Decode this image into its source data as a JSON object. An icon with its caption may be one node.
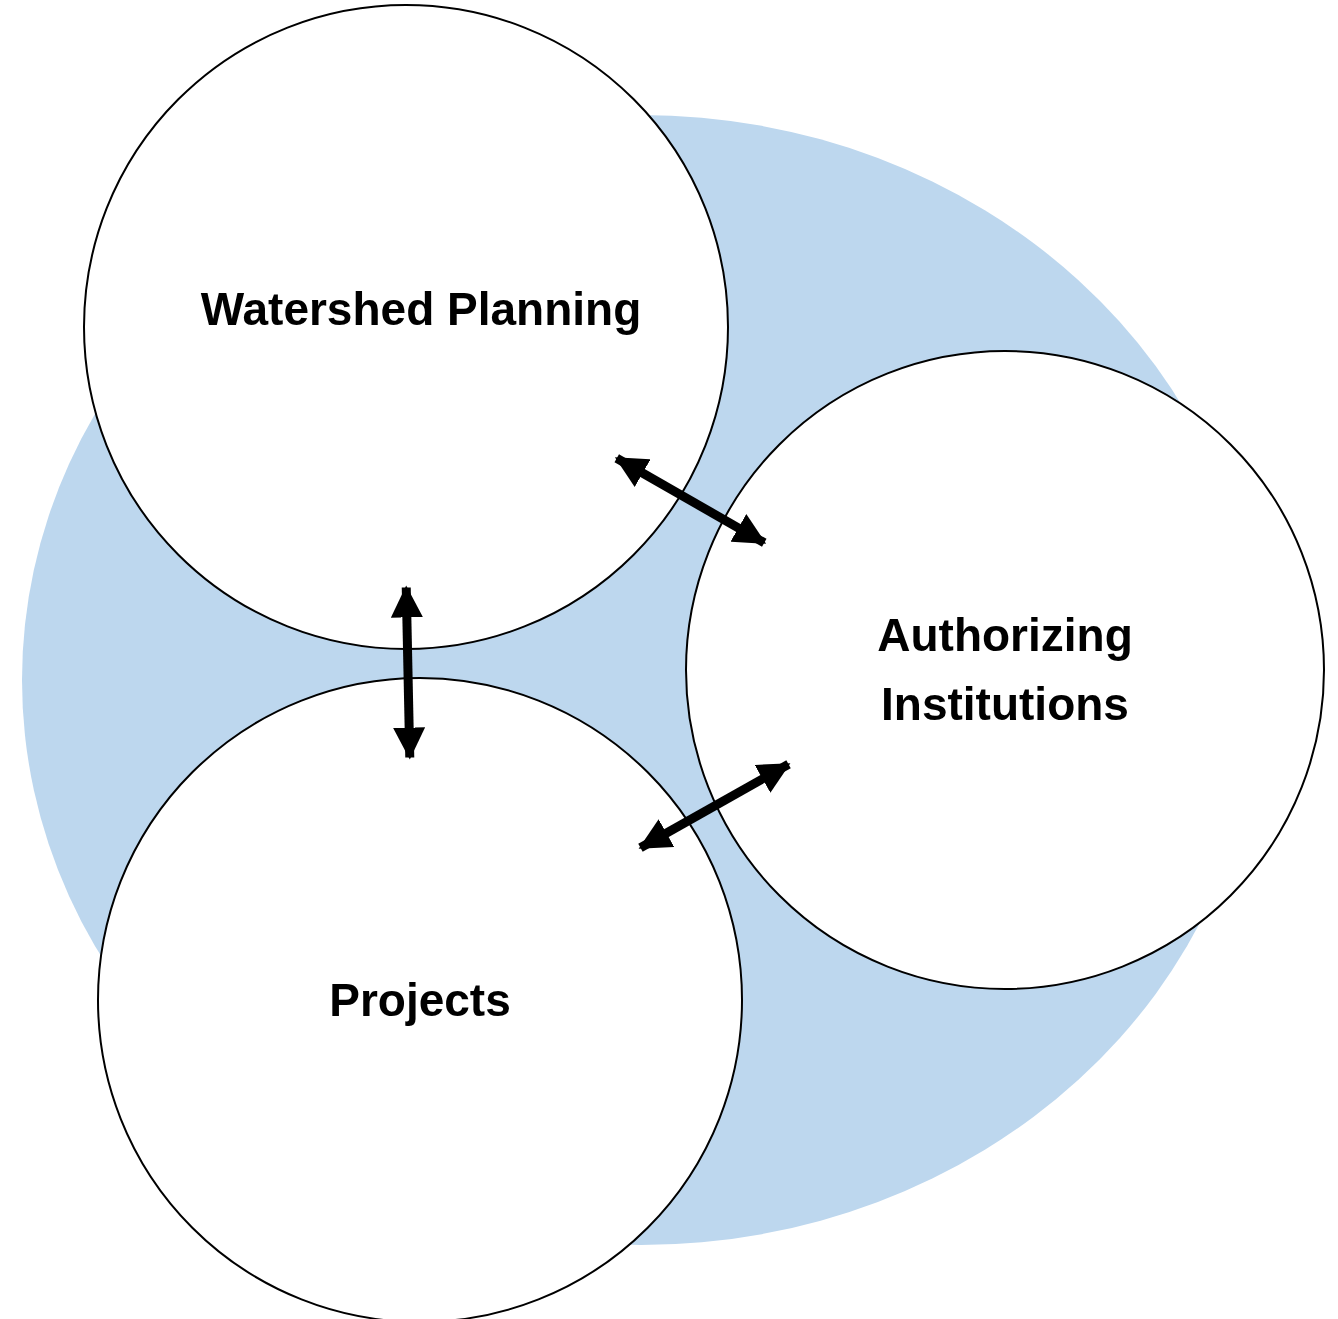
{
  "diagram": {
    "nodes": [
      {
        "text": [
          "Watershed Planning"
        ]
      },
      {
        "text": [
          "Authorizing Institutions"
        ]
      },
      {
        "text": [
          "Projects"
        ]
      }
    ],
    "edges": [
      {
        "from": 0,
        "to": 1,
        "arrow": "both"
      },
      {
        "from": 0,
        "to": 2,
        "arrow": "both"
      },
      {
        "from": 2,
        "to": 1,
        "arrow": "both"
      }
    ]
  }
}
